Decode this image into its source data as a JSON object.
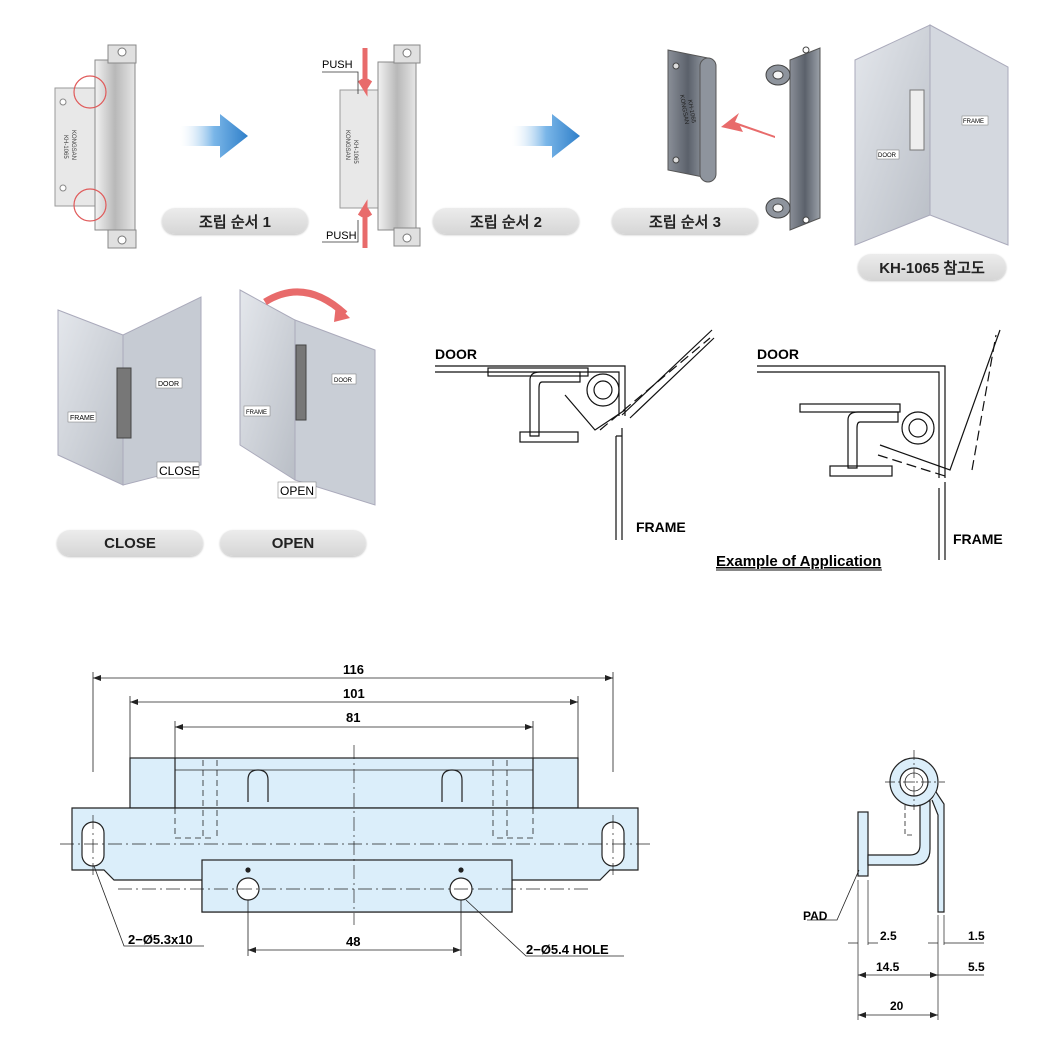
{
  "steps": {
    "step1": "조립 순서  1",
    "step2": "조립 순서  2",
    "step3": "조립 순서  3",
    "reference": "KH-1065 참고도",
    "push_top": "PUSH",
    "push_bottom": "PUSH"
  },
  "renders": {
    "part_marking": "KONGSAN",
    "part_number": "KH-1065",
    "door": "DOOR",
    "frame": "FRAME",
    "close": "CLOSE",
    "open": "OPEN",
    "close_pill": "CLOSE",
    "open_pill": "OPEN"
  },
  "application": {
    "door_left": "DOOR",
    "frame_left": "FRAME",
    "door_right": "DOOR",
    "frame_right": "FRAME",
    "caption": "Example of Application"
  },
  "front_view": {
    "dim_overall": "116",
    "dim_holes": "101",
    "dim_body": "81",
    "dim_bottom_holes": "48",
    "slot_callout": "2−Ø5.3x10",
    "hole_callout": "2−Ø5.4 HOLE"
  },
  "side_view": {
    "pad_label": "PAD",
    "dim_a": "2.5",
    "dim_b": "1.5",
    "dim_c": "14.5",
    "dim_d": "5.5",
    "dim_e": "20"
  },
  "colors": {
    "part_fill": "#dbeefa",
    "arrow_blue": "#3d8fd6",
    "arrow_red": "#e86b6b",
    "panel_gray": "#c9ced6"
  }
}
